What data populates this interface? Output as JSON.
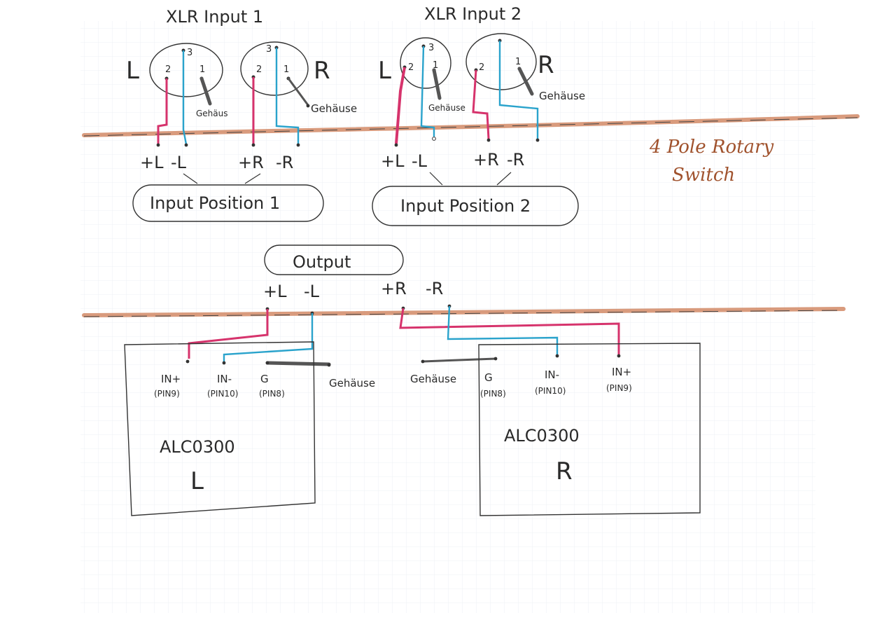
{
  "colors": {
    "hot": "#d6336c",
    "cold": "#2aa3cc",
    "shield": "#555555",
    "switch_band": "#cc7a52",
    "ink": "#2a2a2a",
    "grid": "#eef1f4"
  },
  "input1": {
    "title": "XLR Input 1",
    "left_label": "L",
    "right_label": "R",
    "pin3": "3",
    "pin2": "2",
    "pin1": "1",
    "shield_left": "Gehäus",
    "shield_right": "Gehäuse",
    "plus_l": "+L",
    "minus_l": "-L",
    "plus_r": "+R",
    "minus_r": "-R",
    "position": "Input Position 1"
  },
  "input2": {
    "title": "XLR Input 2",
    "left_label": "L",
    "right_label": "R",
    "pin3": "3",
    "pin2": "2",
    "pin1": "1",
    "shield_left": "Gehäuse",
    "shield_right": "Gehäuse",
    "plus_l": "+L",
    "minus_l": "-L",
    "plus_r": "+R",
    "minus_r": "-R",
    "position": "Input Position 2"
  },
  "switch_label": [
    "4 Pole Rotary",
    "Switch"
  ],
  "output": {
    "title": "Output",
    "plus_l": "+L",
    "minus_l": "-L",
    "plus_r": "+R",
    "minus_r": "-R"
  },
  "amp_left": {
    "name": "ALC0300",
    "channel": "L",
    "in_plus": "IN+",
    "in_plus_pin": "(PIN9)",
    "in_minus": "IN-",
    "in_minus_pin": "(PIN10)",
    "g": "G",
    "g_pin": "(PIN8)",
    "shield": "Gehäuse"
  },
  "amp_right": {
    "name": "ALC0300",
    "channel": "R",
    "in_plus": "IN+",
    "in_plus_pin": "(PIN9)",
    "in_minus": "IN-",
    "in_minus_pin": "(PIN10)",
    "g": "G",
    "g_pin": "(PIN8)",
    "shield": "Gehäuse"
  }
}
